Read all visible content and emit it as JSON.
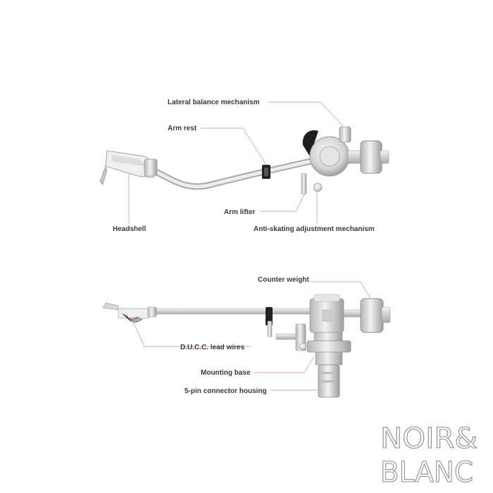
{
  "top_view": {
    "labels": {
      "lateral_balance": "Lateral balance mechanism",
      "arm_rest": "Arm rest",
      "arm_lifter": "Arm lifter",
      "headshell": "Headshell",
      "anti_skating": "Anti-skating adjustment mechanism"
    }
  },
  "side_view": {
    "labels": {
      "counter_weight": "Counter weight",
      "lead_wires": "D.U.C.C. lead wires",
      "mounting_base": "Mounting base",
      "connector_housing": "5-pin connector housing"
    }
  },
  "logo": {
    "line1": "NOIR&",
    "line2": "BLANC"
  },
  "colors": {
    "leader_line": "#e8a3b6",
    "label_text": "#3a3a3a",
    "metal_light": "#e6e6e6",
    "metal_dark": "#9a9a9a",
    "lever_black": "#1f1f1f",
    "logo_outline": "#8e8e8e"
  }
}
